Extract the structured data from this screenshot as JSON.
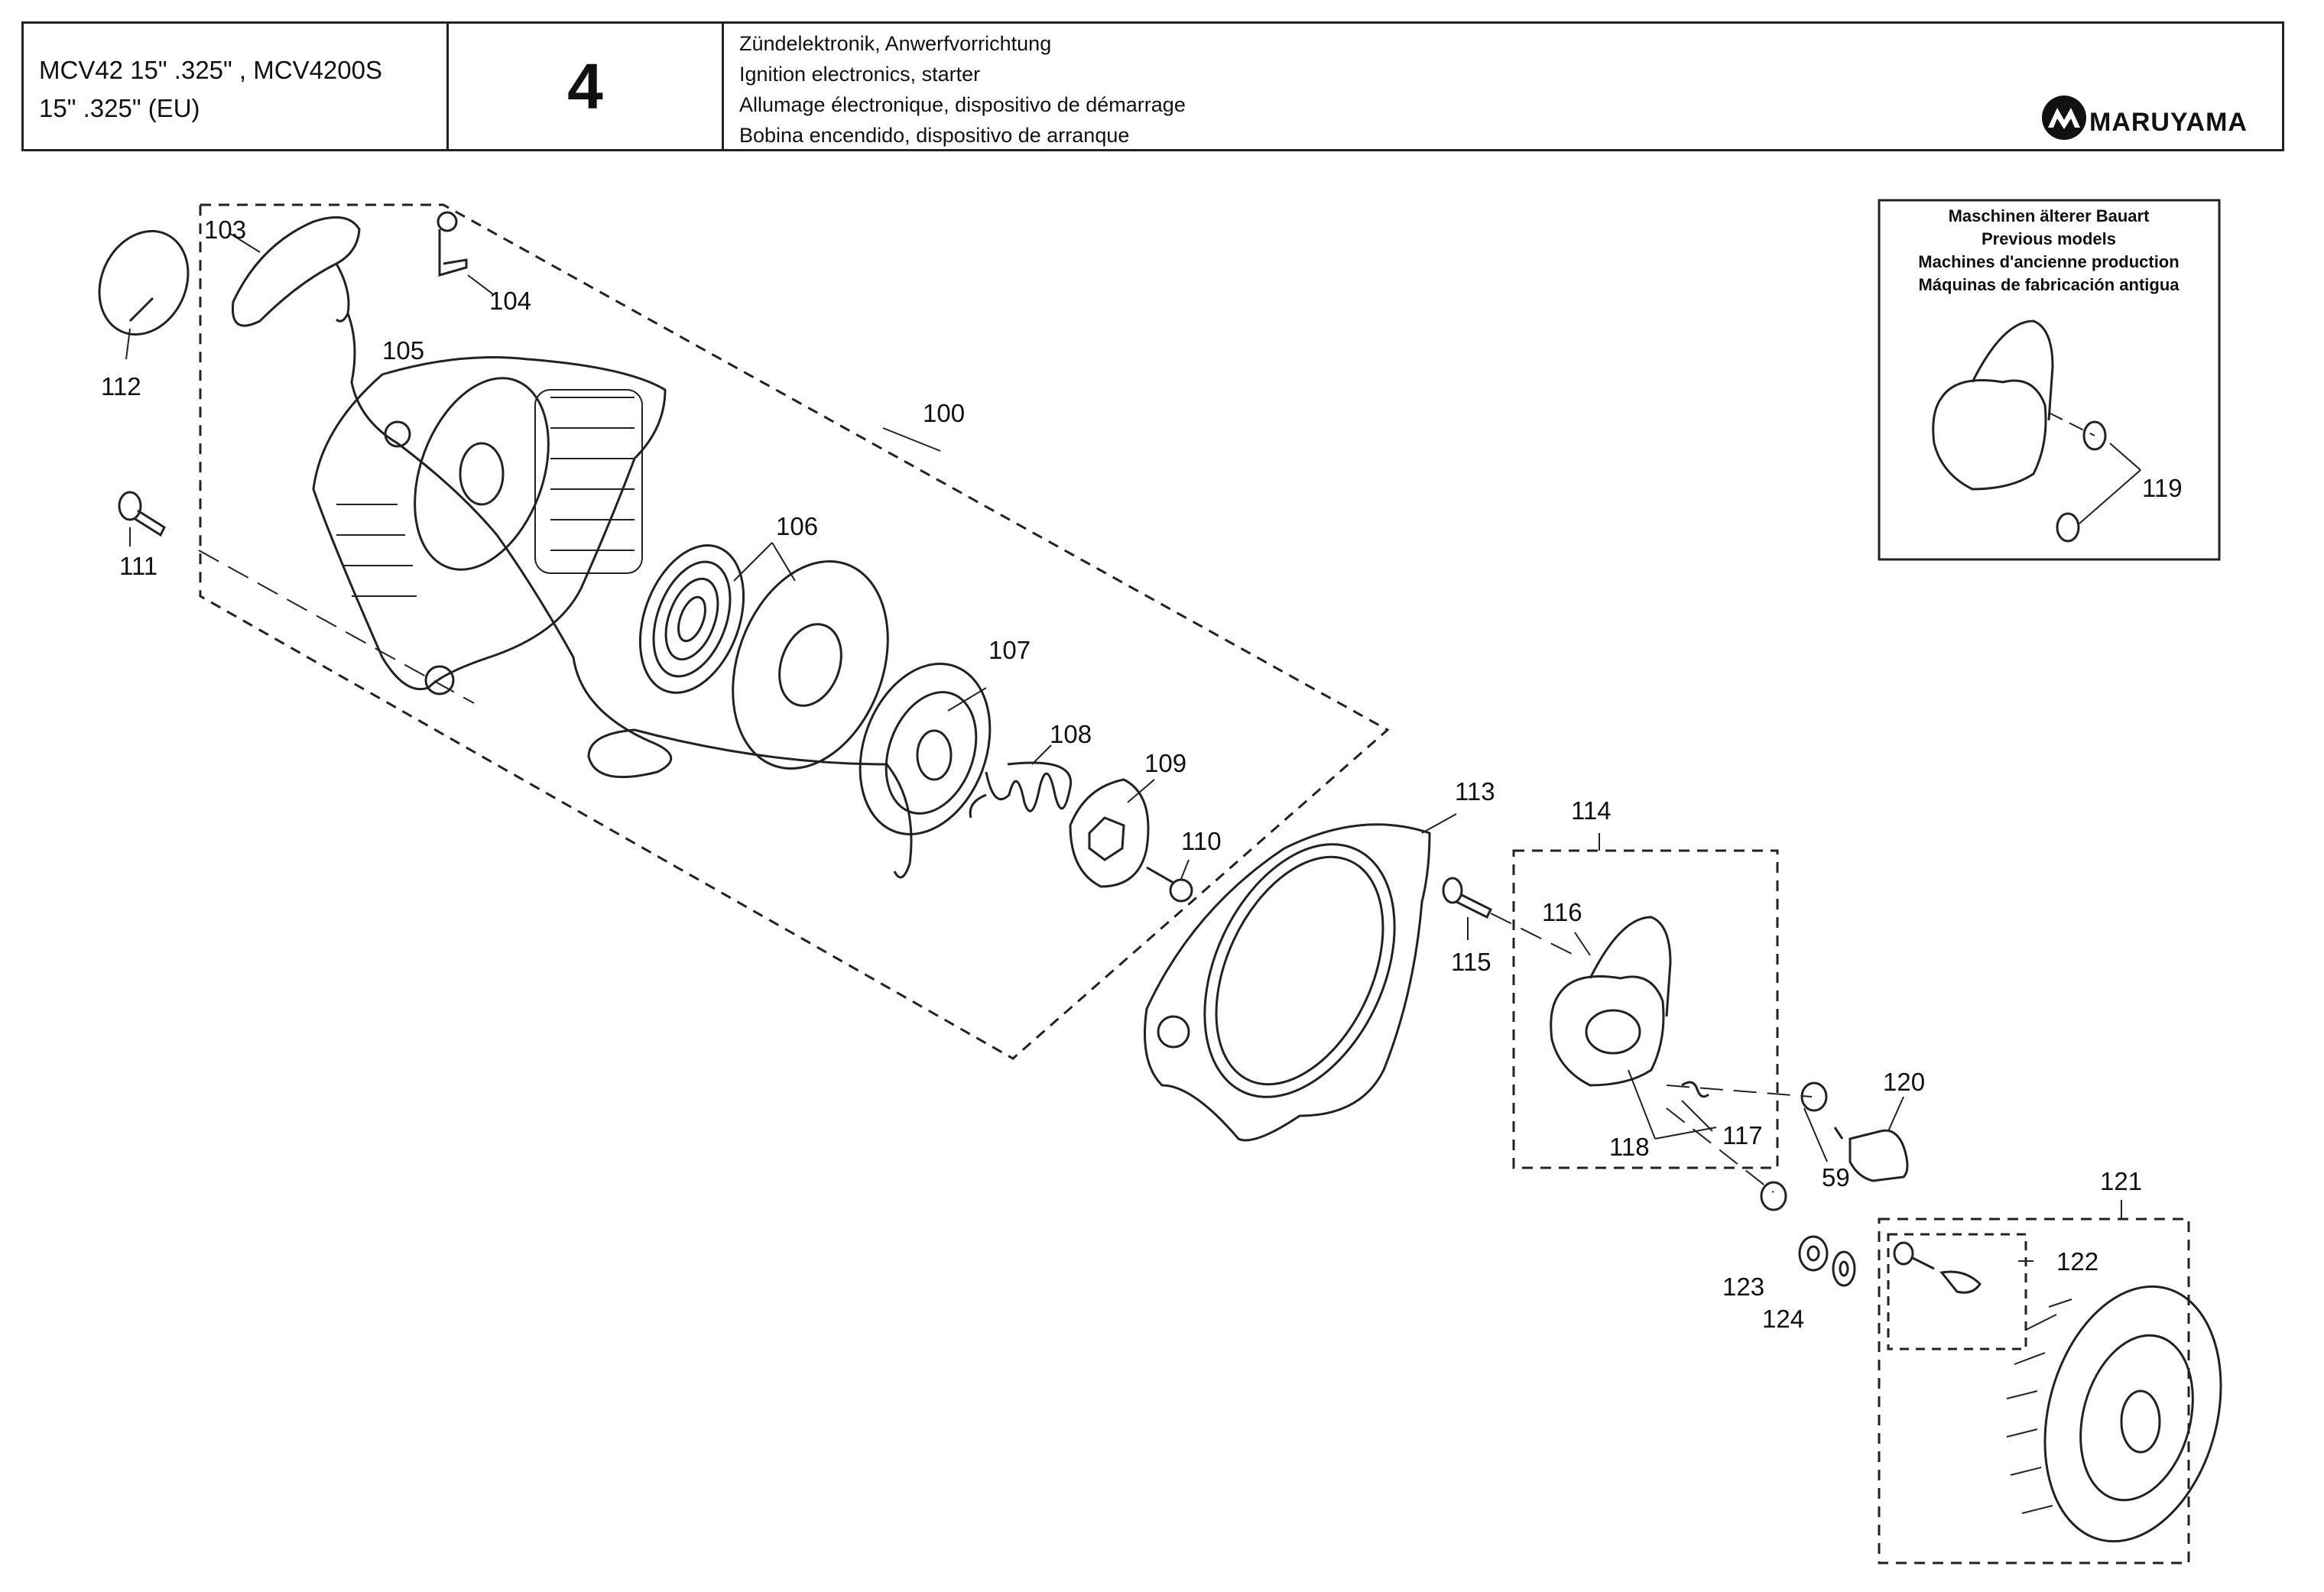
{
  "header": {
    "model_line1": "MCV42 15\" .325\" , MCV4200S",
    "model_line2": "15\" .325\" (EU)",
    "page_number": "4",
    "titles": [
      "Zündelektronik, Anwerfvorrichtung",
      "Ignition electronics, starter",
      "Allumage électronique, dispositivo de démarrage",
      "Bobina encendido, dispositivo de arranque"
    ],
    "brand": "MARUYAMA"
  },
  "inset": {
    "lines": [
      "Maschinen älterer Bauart",
      "Previous models",
      "Machines d'ancienne production",
      "Máquinas de fabricación antigua"
    ],
    "label": "119"
  },
  "parts": {
    "p100": "100",
    "p103": "103",
    "p104": "104",
    "p105": "105",
    "p106": "106",
    "p107": "107",
    "p108": "108",
    "p109": "109",
    "p110": "110",
    "p111": "111",
    "p112": "112",
    "p113": "113",
    "p114": "114",
    "p115": "115",
    "p116": "116",
    "p117": "117",
    "p118": "118",
    "p120": "120",
    "p121": "121",
    "p122": "122",
    "p123": "123",
    "p124": "124",
    "p59": "59"
  }
}
